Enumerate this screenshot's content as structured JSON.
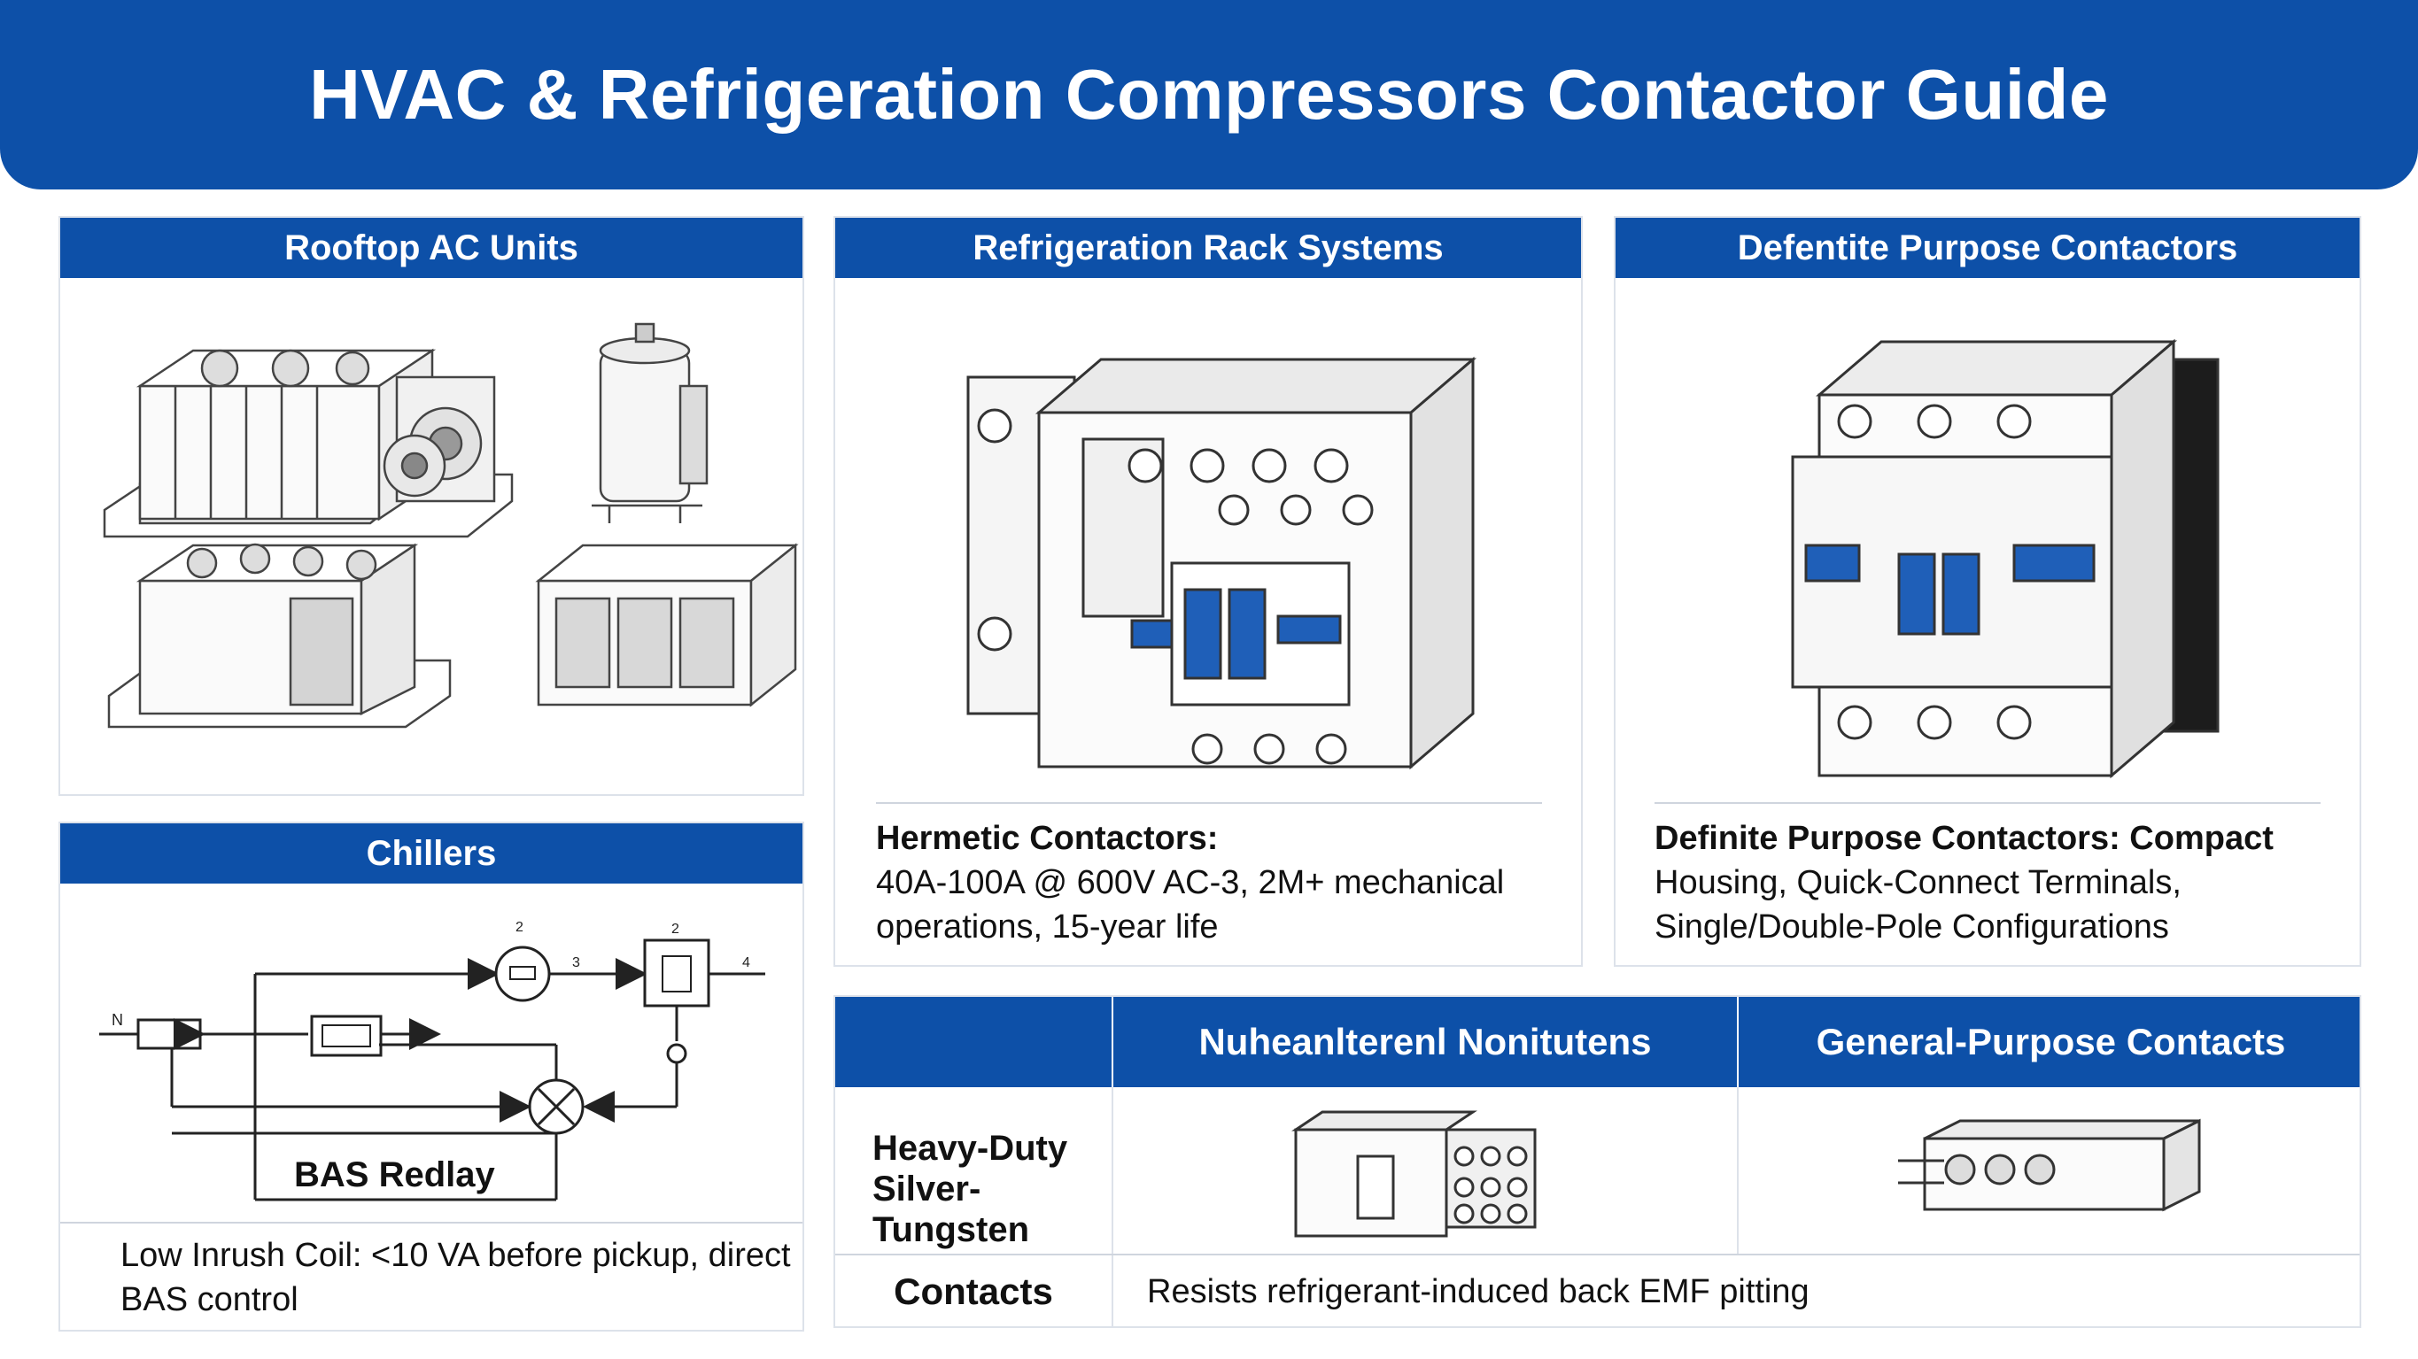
{
  "title": "HVAC & Refrigeration Compressors Contactor Guide",
  "panels": {
    "rooftop": {
      "heading": "Rooftop AC Units"
    },
    "rack": {
      "heading": "Refrigeration Rack Systems",
      "caption_lead": "Hermetic Contactors:",
      "caption_body": "40A-100A @ 600V AC-3, 2M+ mechanical operations, 15-year life"
    },
    "definite": {
      "heading": "Defentite Purpose Contactors",
      "caption_lead": "Definite Purpose Contactors: Compact",
      "caption_body": "Housing, Quick-Connect Terminals, Single/Double-Pole Configurations"
    },
    "chillers": {
      "heading": "Chillers",
      "diagram": {
        "label_n": "N",
        "label_top": "2",
        "label_3": "3",
        "label_2b": "2",
        "label_4": "4",
        "box_label": "BAS Redlay"
      },
      "caption": "Low Inrush Coil: <10 VA before pickup, direct BAS control"
    }
  },
  "table": {
    "col2_header": "Nuheanlterenl Nonitutens",
    "col3_header": "General-Purpose Contacts",
    "row1_label": "Heavy-Duty Silver-Tungsten",
    "row2_label": "Contacts",
    "row2_value": "Resists refrigerant-induced back EMF pitting"
  },
  "colors": {
    "brand_blue": "#0d50a8",
    "border_gray": "#dde2ea"
  }
}
